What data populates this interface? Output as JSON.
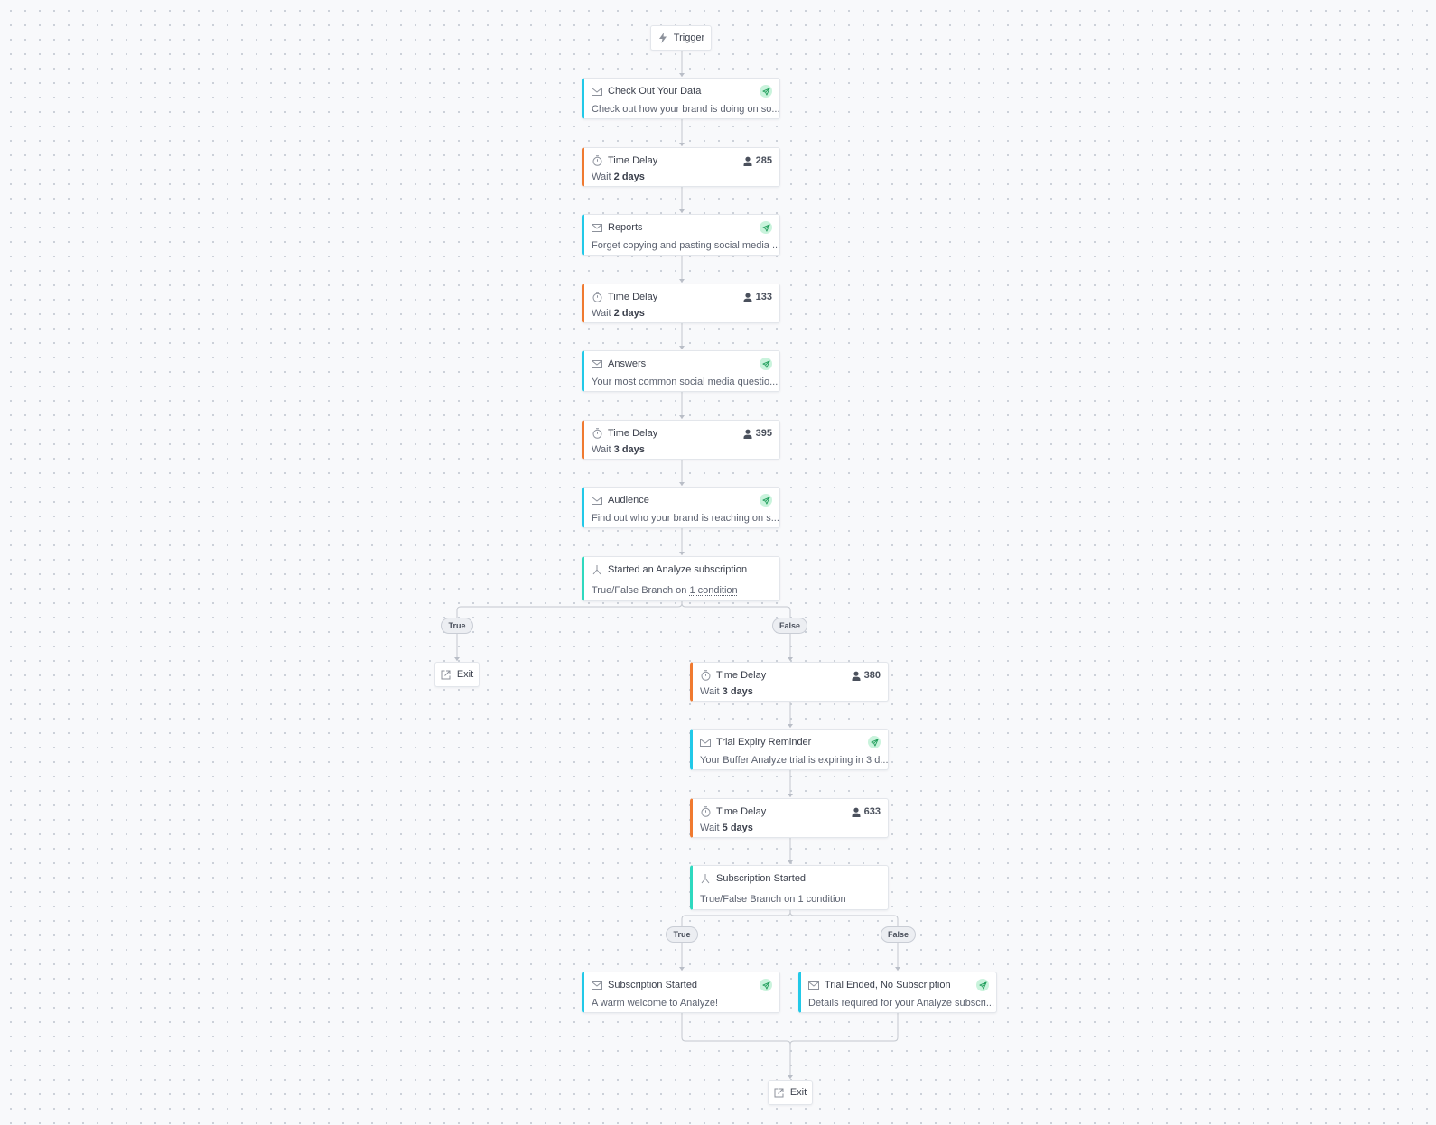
{
  "trigger": {
    "label": "Trigger",
    "icon": "lightning-icon"
  },
  "steps": {
    "email_1": {
      "title": "Check Out Your Data",
      "preview": "Check out how your brand is doing on so...",
      "icon": "envelope-icon",
      "status_icon": "sent-icon"
    },
    "delay_1": {
      "title": "Time Delay",
      "wait_prefix": "Wait",
      "wait_value": "2 days",
      "count": "285",
      "icon": "stopwatch-icon"
    },
    "email_2": {
      "title": "Reports",
      "preview": "Forget copying and pasting social media ...",
      "icon": "envelope-icon",
      "status_icon": "sent-icon"
    },
    "delay_2": {
      "title": "Time Delay",
      "wait_prefix": "Wait",
      "wait_value": "2 days",
      "count": "133",
      "icon": "stopwatch-icon"
    },
    "email_3": {
      "title": "Answers",
      "preview": "Your most common social media questio...",
      "icon": "envelope-icon",
      "status_icon": "sent-icon"
    },
    "delay_3": {
      "title": "Time Delay",
      "wait_prefix": "Wait",
      "wait_value": "3 days",
      "count": "395",
      "icon": "stopwatch-icon"
    },
    "email_4": {
      "title": "Audience",
      "preview": "Find out who your brand is reaching on s...",
      "icon": "envelope-icon",
      "status_icon": "sent-icon"
    },
    "branch_1": {
      "title": "Started an Analyze subscription",
      "prefix": "True/False Branch on",
      "condition": "1 condition",
      "icon": "branch-icon"
    },
    "branch_1_true": {
      "label": "True"
    },
    "branch_1_false": {
      "label": "False"
    },
    "exit_1": {
      "label": "Exit",
      "icon": "exit-icon"
    },
    "delay_4": {
      "title": "Time Delay",
      "wait_prefix": "Wait",
      "wait_value": "3 days",
      "count": "380",
      "icon": "stopwatch-icon"
    },
    "email_5": {
      "title": "Trial Expiry Reminder",
      "preview": "Your Buffer Analyze trial is expiring in 3 d...",
      "icon": "envelope-icon",
      "status_icon": "sent-icon"
    },
    "delay_5": {
      "title": "Time Delay",
      "wait_prefix": "Wait",
      "wait_value": "5 days",
      "count": "633",
      "icon": "stopwatch-icon"
    },
    "branch_2": {
      "title": "Subscription Started",
      "prefix": "True/False Branch on",
      "condition": "1 condition",
      "icon": "branch-icon"
    },
    "branch_2_true": {
      "label": "True"
    },
    "branch_2_false": {
      "label": "False"
    },
    "email_6": {
      "title": "Subscription Started",
      "preview": "A warm welcome to Analyze!",
      "icon": "envelope-icon",
      "status_icon": "sent-icon"
    },
    "email_7": {
      "title": "Trial Ended, No Subscription",
      "preview": "Details required for your Analyze subscri...",
      "icon": "envelope-icon",
      "status_icon": "sent-icon"
    },
    "exit_2": {
      "label": "Exit",
      "icon": "exit-icon"
    }
  },
  "colors": {
    "email_accent": "#22c9e8",
    "delay_accent": "#f07a30",
    "branch_accent": "#2fd9bf",
    "connector": "#c4c8cf",
    "sent_badge": "#c9f3dc"
  }
}
